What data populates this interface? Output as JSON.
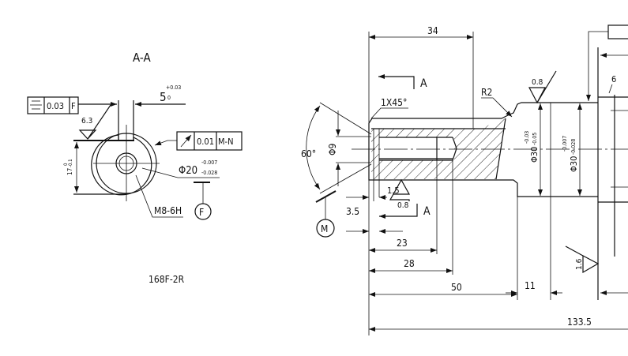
{
  "section_view": {
    "title": "A-A",
    "symmetry_tolerance": {
      "symbol": "symmetry",
      "value": "0.03",
      "datum": "F"
    },
    "keyway_width": {
      "nominal": "5",
      "upper": "+0.03",
      "lower": "0"
    },
    "roughness": "6.3",
    "runout_tolerance": {
      "symbol": "circular-runout",
      "value": "0.01",
      "datum": "M-N"
    },
    "depth": {
      "nominal": "17",
      "upper": "0",
      "lower": "-0.1"
    },
    "diameter": {
      "nominal": "Φ20",
      "upper": "-0.007",
      "lower": "-0.028"
    },
    "thread": "M8-6H",
    "datum_label": "F",
    "part_number": "168F-2R"
  },
  "main_view": {
    "dims": {
      "d34": "34",
      "d50": "50",
      "d11": "11",
      "d133": "133.5",
      "d23": "23",
      "d28": "28",
      "d3_5": "3.5",
      "d1_5": "1.5",
      "angle": "60°",
      "hole": "Φ9",
      "chamfer": "1X45°",
      "radius": "R2",
      "dia1": {
        "nominal": "Φ30",
        "upper": "-0.03",
        "lower": "-0.05"
      },
      "dia2": {
        "nominal": "Φ30",
        "upper": "-0.007",
        "lower": "-0.028"
      },
      "partial": "6"
    },
    "roughness": [
      "0.8",
      "0.8",
      "1.6"
    ],
    "section_mark": "A",
    "datum_label": "M"
  }
}
